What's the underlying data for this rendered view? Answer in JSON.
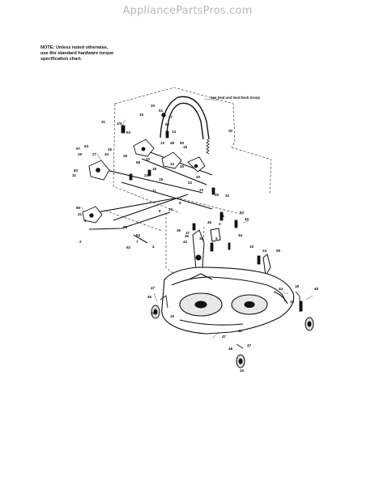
{
  "watermark": "AppliancePartsPros.com",
  "note": {
    "lines": [
      "NOTE: Unless noted otherwise,",
      "use the standard hardware torque",
      "specification chart."
    ]
  },
  "annotation": "See Seat and Seat Deck Group",
  "part_labels": [
    "33",
    "51",
    "16",
    "17",
    "62",
    "14",
    "30",
    "63",
    "31",
    "1/4",
    "13",
    "48",
    "50",
    "15",
    "57",
    "29",
    "27",
    "34",
    "64",
    "26",
    "28",
    "60",
    "31",
    "12",
    "58",
    "10",
    "20",
    "18",
    "21",
    "40",
    "19",
    "22",
    "11",
    "23",
    "25",
    "32",
    "9",
    "15",
    "56",
    "8",
    "61",
    "63",
    "42",
    "41",
    "3",
    "46",
    "1",
    "35",
    "36",
    "38",
    "5",
    "43",
    "2",
    "53",
    "7",
    "4",
    "52",
    "39",
    "37",
    "34",
    "55",
    "19",
    "24",
    "44",
    "19",
    "47",
    "45",
    "20",
    "19",
    "18",
    "45",
    "47",
    "48",
    "15",
    "42",
    "47"
  ]
}
